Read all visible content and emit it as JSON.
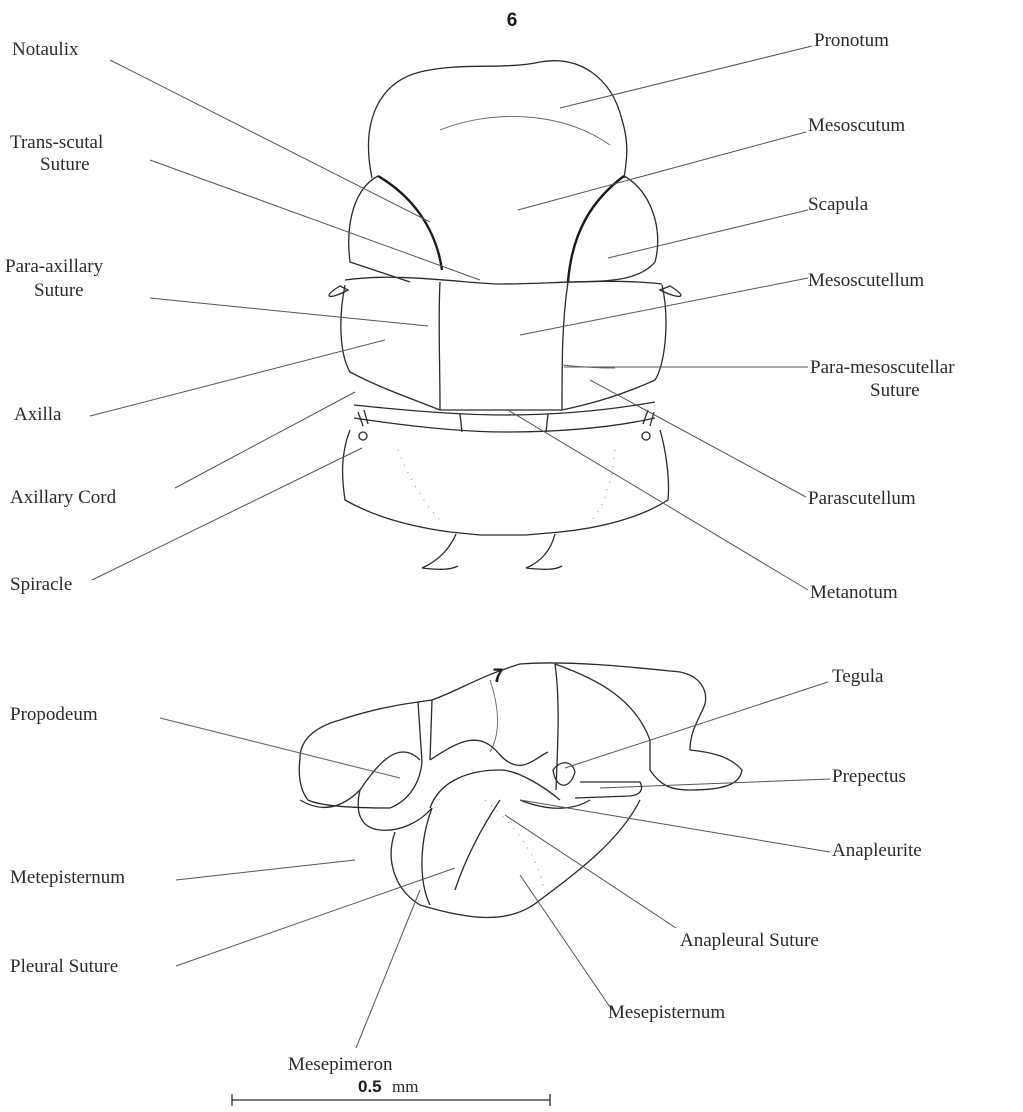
{
  "figure_6": {
    "number": "6",
    "labels": {
      "notaulix": "Notaulix",
      "trans_scutal_1": "Trans-scutal",
      "trans_scutal_2": "Suture",
      "para_axillary_1": "Para-axillary",
      "para_axillary_2": "Suture",
      "axilla": "Axilla",
      "axillary_cord": "Axillary  Cord",
      "spiracle": "Spiracle",
      "pronotum": "Pronotum",
      "mesoscutum": "Mesoscutum",
      "scapula": "Scapula",
      "mesoscutellum": "Mesoscutellum",
      "para_mesoscutellar_1": "Para-mesoscutellar",
      "para_mesoscutellar_2": "Suture",
      "parascutellum": "Parascutellum",
      "metanotum": "Metanotum"
    }
  },
  "figure_7": {
    "number": "7",
    "labels": {
      "propodeum": "Propodeum",
      "metepisternum": "Metepisternum",
      "pleural_suture": "Pleural Suture",
      "mesepimeron": "Mesepimeron",
      "tegula": "Tegula",
      "prepectus": "Prepectus",
      "anapleurite": "Anapleurite",
      "anapleural_suture": "Anapleural  Suture",
      "mesepisternum": "Mesepisternum"
    }
  },
  "scale_bar": {
    "value": "0.5",
    "unit": "mm"
  }
}
